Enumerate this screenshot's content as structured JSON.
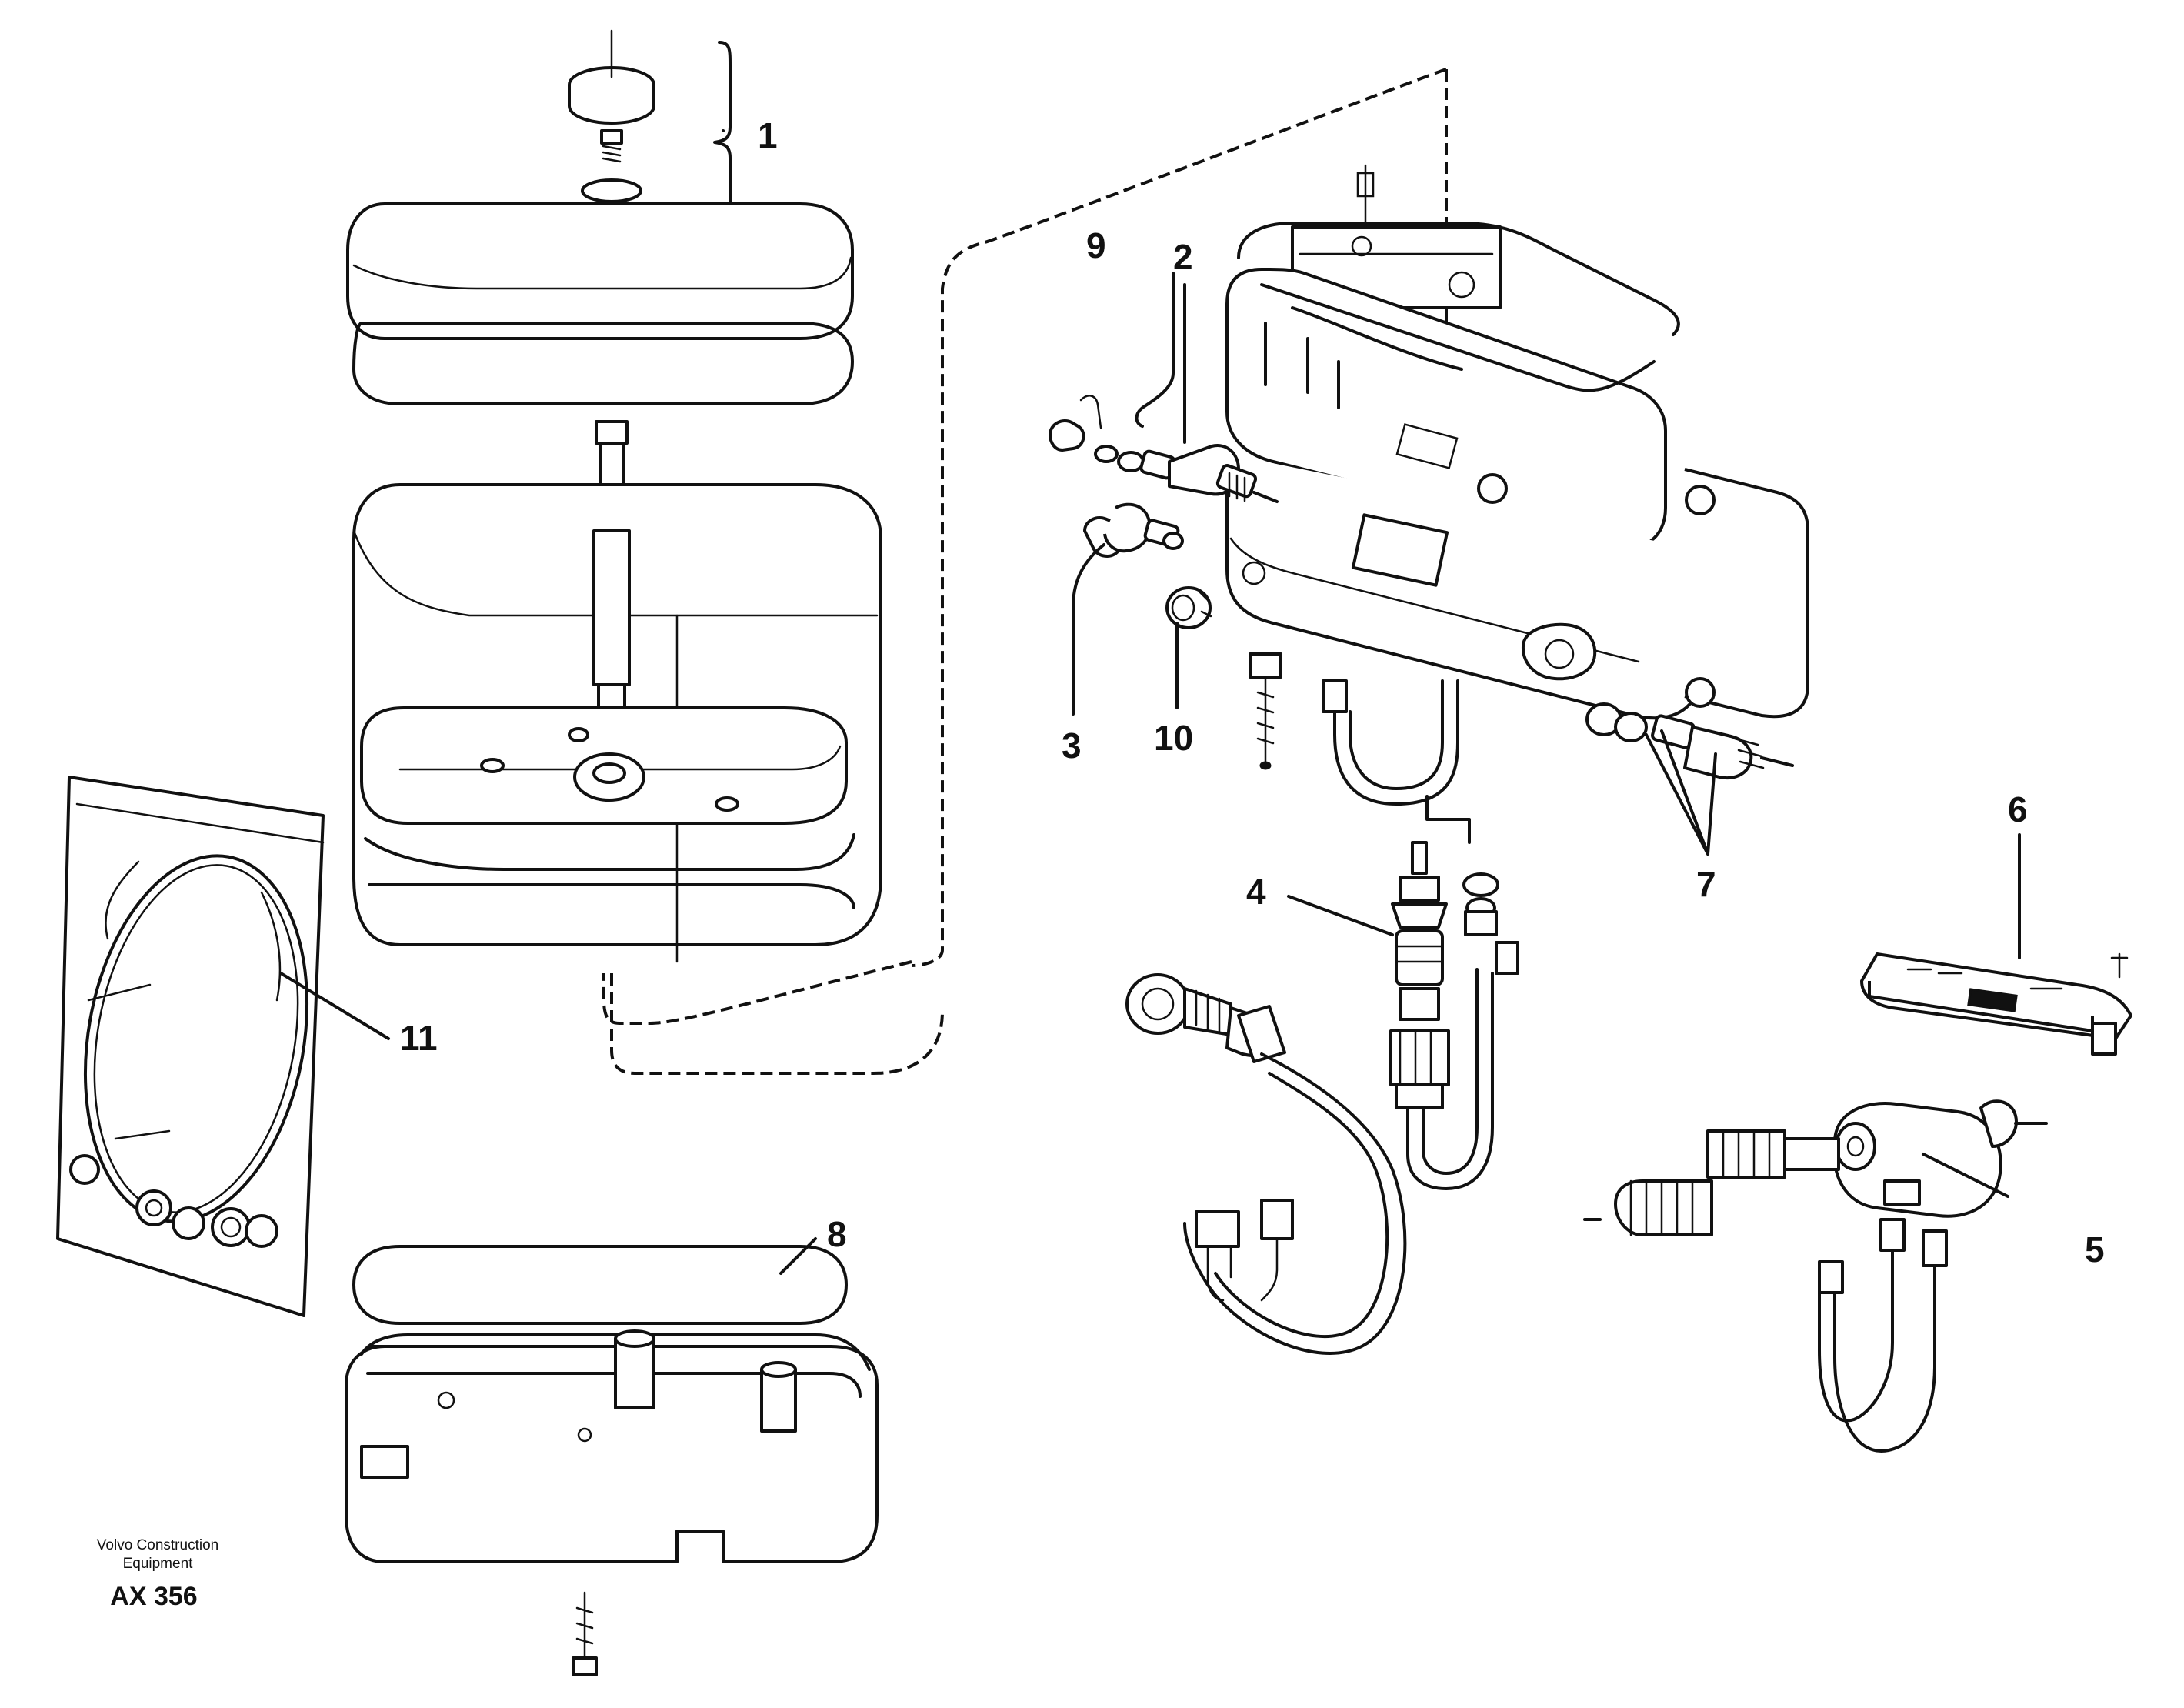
{
  "diagram": {
    "callouts": {
      "c1": "1",
      "c2": "2",
      "c3": "3",
      "c4": "4",
      "c5": "5",
      "c6": "6",
      "c7": "7",
      "c8": "8",
      "c9": "9",
      "c10": "10",
      "c11": "11"
    },
    "caption": {
      "line1": "Volvo Construction",
      "line2": "Equipment",
      "drawing_id": "AX 356"
    }
  }
}
